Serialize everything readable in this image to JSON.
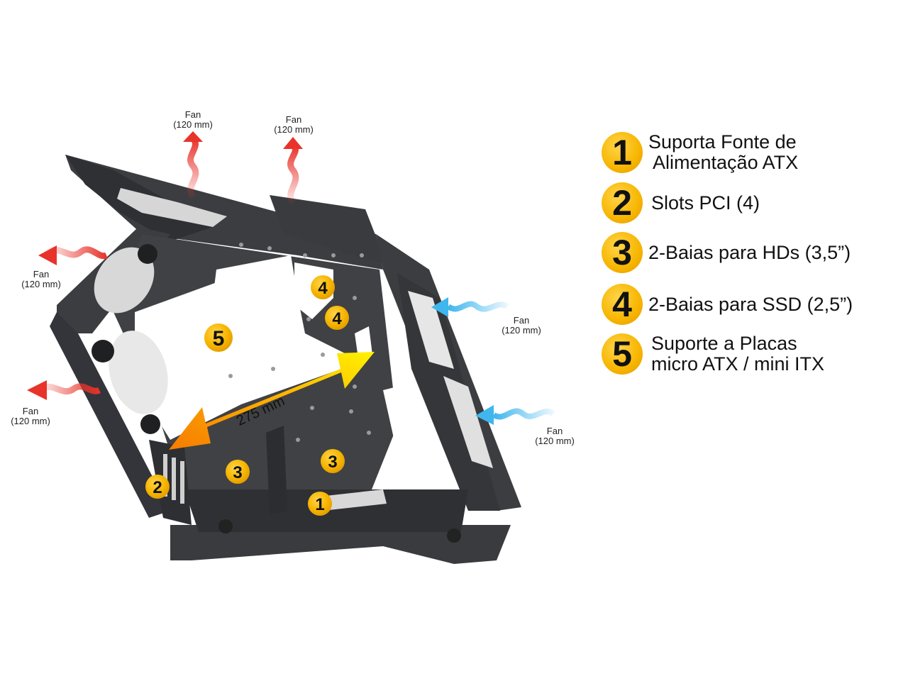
{
  "fans": [
    {
      "id": "fan-top-left",
      "line1": "Fan",
      "line2": "(120 mm)",
      "direction": "out"
    },
    {
      "id": "fan-top-right",
      "line1": "Fan",
      "line2": "(120 mm)",
      "direction": "out"
    },
    {
      "id": "fan-left-upper",
      "line1": "Fan",
      "line2": "(120 mm)",
      "direction": "out"
    },
    {
      "id": "fan-left-lower",
      "line1": "Fan",
      "line2": "(120 mm)",
      "direction": "out"
    },
    {
      "id": "fan-right-upper",
      "line1": "Fan",
      "line2": "(120 mm)",
      "direction": "in"
    },
    {
      "id": "fan-right-lower",
      "line1": "Fan",
      "line2": "(120 mm)",
      "direction": "in"
    }
  ],
  "dimension_label": "275 mm",
  "markers": [
    "5",
    "4",
    "4",
    "3",
    "3",
    "2",
    "1"
  ],
  "legend": [
    {
      "number": "1",
      "line1": "Suporta Fonte de",
      "line2": "Alimentação ATX"
    },
    {
      "number": "2",
      "line1": "Slots PCI (4)",
      "line2": ""
    },
    {
      "number": "3",
      "line1": "2-Baias para HDs (3,5”)",
      "line2": ""
    },
    {
      "number": "4",
      "line1": "2-Baias para SSD (2,5”)",
      "line2": ""
    },
    {
      "number": "5",
      "line1": "Suporte a Placas",
      "line2": "micro ATX / mini ITX"
    }
  ],
  "colors": {
    "case": "#3c3d40",
    "case_dark": "#2a2b2d",
    "exhaust_arrow": "#e8332a",
    "intake_arrow": "#3fb6ee",
    "badge": "#f7b500",
    "dimension_start": "#f57c00",
    "dimension_end": "#fff200"
  }
}
